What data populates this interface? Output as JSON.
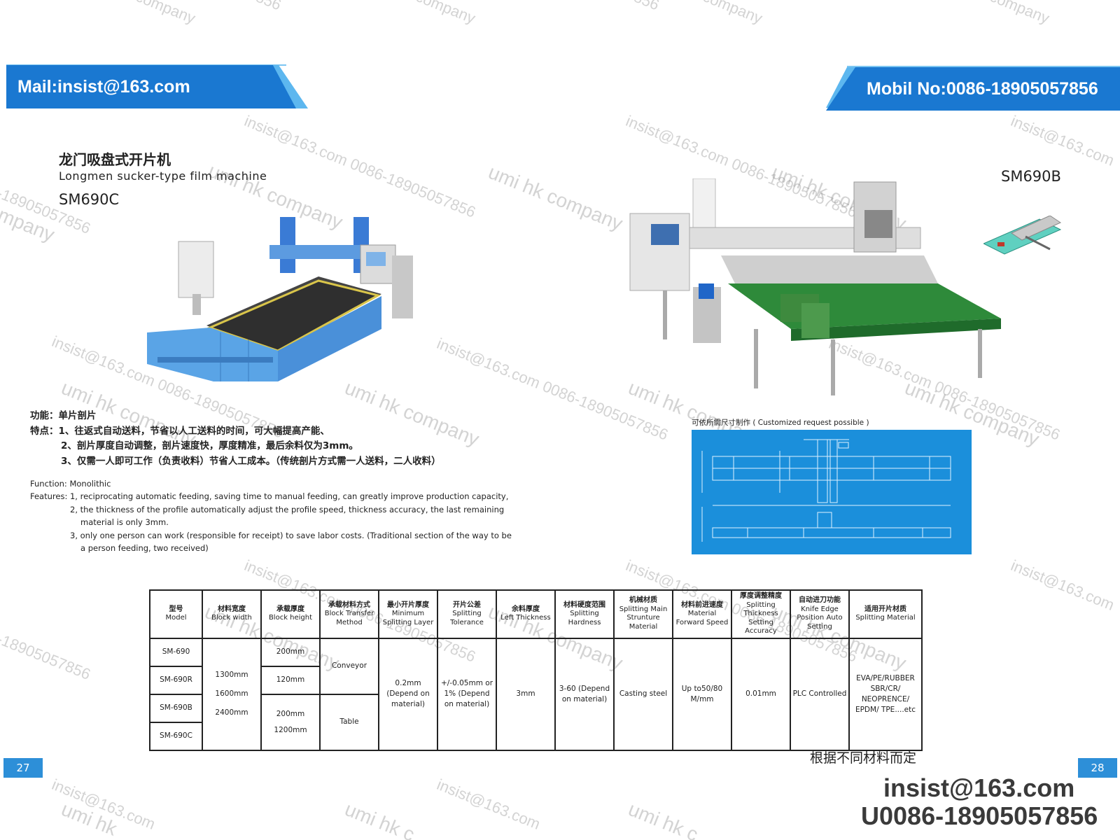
{
  "header": {
    "mail": "Mail:insist@163.com",
    "mobile": "Mobil No:0086-18905057856"
  },
  "left_page": {
    "title_cn": "龙门吸盘式开片机",
    "title_en": "Longmen sucker-type film machine",
    "model": "SM690C",
    "photo_icon": "gantry-splitting-machine-photo",
    "function_cn": "功能：单片剖片",
    "features_cn": [
      "特点：1、往返式自动送料，节省以人工送料的时间，可大幅提高产能、",
      "2、剖片厚度自动调整，剖片速度快，厚度精准，最后余料仅为3mm。",
      "3、仅需一人即可工作（负责收料）节省人工成本。（传统剖片方式需一人送料，二人收料）"
    ],
    "function_en": "Function: Monolithic",
    "features_en": [
      "Features: 1, reciprocating automatic feeding, saving time to manual feeding, can greatly improve production capacity,",
      "2, the thickness of the profile automatically adjust the profile speed, thickness accuracy, the last remaining",
      "material is only 3mm.",
      "3, only one person can work (responsible for receipt) to save labor costs. (Traditional section of the way to be",
      "a person feeding, two received)"
    ],
    "page_number": "27"
  },
  "right_page": {
    "model": "SM690B",
    "photo_icon": "conveyor-splitting-machine-photo",
    "custom_label": "可依所需尺寸制作 ( Customized request possible )",
    "drawing_icon": "technical-drawing",
    "page_number": "28"
  },
  "spec_table": {
    "headers": [
      {
        "cn": "型号",
        "en": "Model"
      },
      {
        "cn": "材料宽度",
        "en": "Block width"
      },
      {
        "cn": "承载厚度",
        "en": "Block height"
      },
      {
        "cn": "承载材料方式",
        "en": "Block Transfer Method"
      },
      {
        "cn": "最小开片厚度",
        "en": "Minimum Splitting Layer"
      },
      {
        "cn": "开片公差",
        "en": "Splitting Tolerance"
      },
      {
        "cn": "余料厚度",
        "en": "Left Thickness"
      },
      {
        "cn": "材料硬度范围",
        "en": "Splitting Hardness"
      },
      {
        "cn": "机械材质",
        "en": "Splitting Main Strunture Material"
      },
      {
        "cn": "材料前进速度",
        "en": "Material Forward Speed"
      },
      {
        "cn": "厚度调整精度",
        "en": "Splitting Thickness Setting Accuracy"
      },
      {
        "cn": "自动进刀功能",
        "en": "Knife Edge Position Auto Setting"
      },
      {
        "cn": "适用开片材质",
        "en": "Splitting Material"
      }
    ],
    "models": [
      "SM-690",
      "SM-690R",
      "SM-690B",
      "SM-690C"
    ],
    "block_width": [
      "1300mm",
      "1600mm",
      "2400mm"
    ],
    "block_height": [
      "200mm",
      "120mm",
      "200mm",
      "1200mm"
    ],
    "transfer": [
      "Conveyor",
      "Table"
    ],
    "min_layer": "0.2mm (Depend on material)",
    "tolerance": "+/-0.05mm or 1% (Depend on material)",
    "left_thickness": "3mm",
    "hardness": "3-60 (Depend on material)",
    "structure": "Casting steel",
    "speed": "Up to50/80 M/mm",
    "accuracy": "0.01mm",
    "auto_setting": "PLC Controlled",
    "material": "EVA/PE/RUBBER SBR/CR/ NEOPRENCE/ EPDM/ TPE....etc"
  },
  "note_cn": "根据不同材料而定",
  "footer": {
    "email": "insist@163.com",
    "phone": "U0086-18905057856"
  },
  "colors": {
    "banner_blue": "#1a78d1",
    "banner_light": "#5db7ef",
    "drawing_blue": "#1b8fdb",
    "page_tab": "#2d8fd8"
  }
}
